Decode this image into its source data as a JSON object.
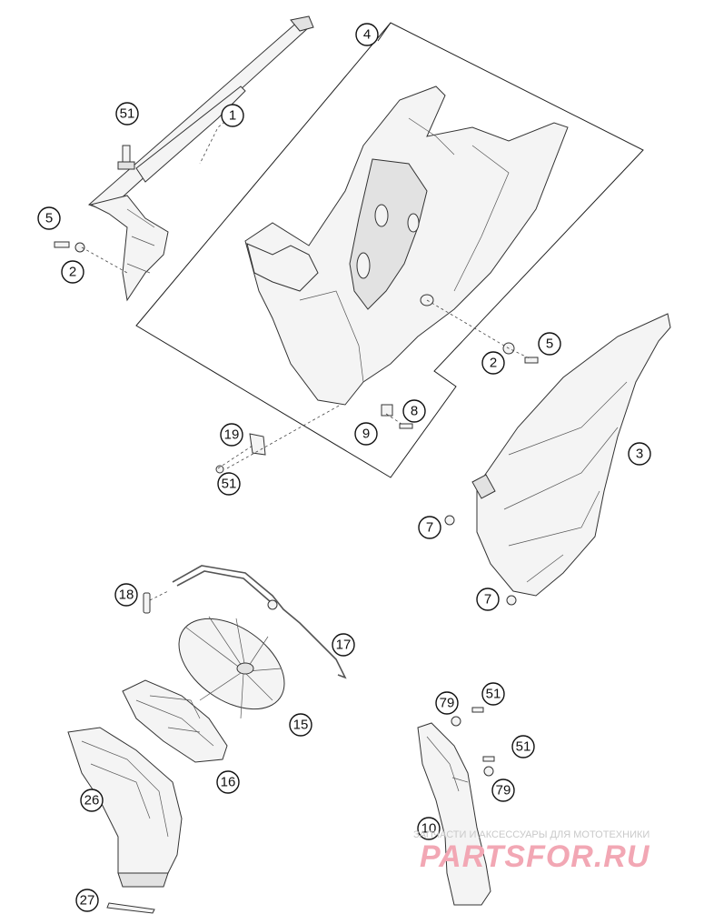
{
  "callouts": [
    {
      "id": "c1",
      "label": "1"
    },
    {
      "id": "c2a",
      "label": "2"
    },
    {
      "id": "c2b",
      "label": "2"
    },
    {
      "id": "c3",
      "label": "3"
    },
    {
      "id": "c4",
      "label": "4"
    },
    {
      "id": "c5a",
      "label": "5"
    },
    {
      "id": "c5b",
      "label": "5"
    },
    {
      "id": "c7a",
      "label": "7"
    },
    {
      "id": "c7b",
      "label": "7"
    },
    {
      "id": "c8",
      "label": "8"
    },
    {
      "id": "c9",
      "label": "9"
    },
    {
      "id": "c10",
      "label": "10"
    },
    {
      "id": "c15",
      "label": "15"
    },
    {
      "id": "c16",
      "label": "16"
    },
    {
      "id": "c17",
      "label": "17"
    },
    {
      "id": "c18",
      "label": "18"
    },
    {
      "id": "c19",
      "label": "19"
    },
    {
      "id": "c26",
      "label": "26"
    },
    {
      "id": "c27",
      "label": "27"
    },
    {
      "id": "c51a",
      "label": "51"
    },
    {
      "id": "c51b",
      "label": "51"
    },
    {
      "id": "c51c",
      "label": "51"
    },
    {
      "id": "c51d",
      "label": "51"
    },
    {
      "id": "c79a",
      "label": "79"
    },
    {
      "id": "c79b",
      "label": "79"
    }
  ],
  "watermark": {
    "subtitle": "ЗАПЧАСТИ И АКСЕССУАРЫ ДЛЯ МОТОТЕХНИКИ",
    "brand": "PARTSFOR.RU",
    "color": "#f2a7b4"
  }
}
